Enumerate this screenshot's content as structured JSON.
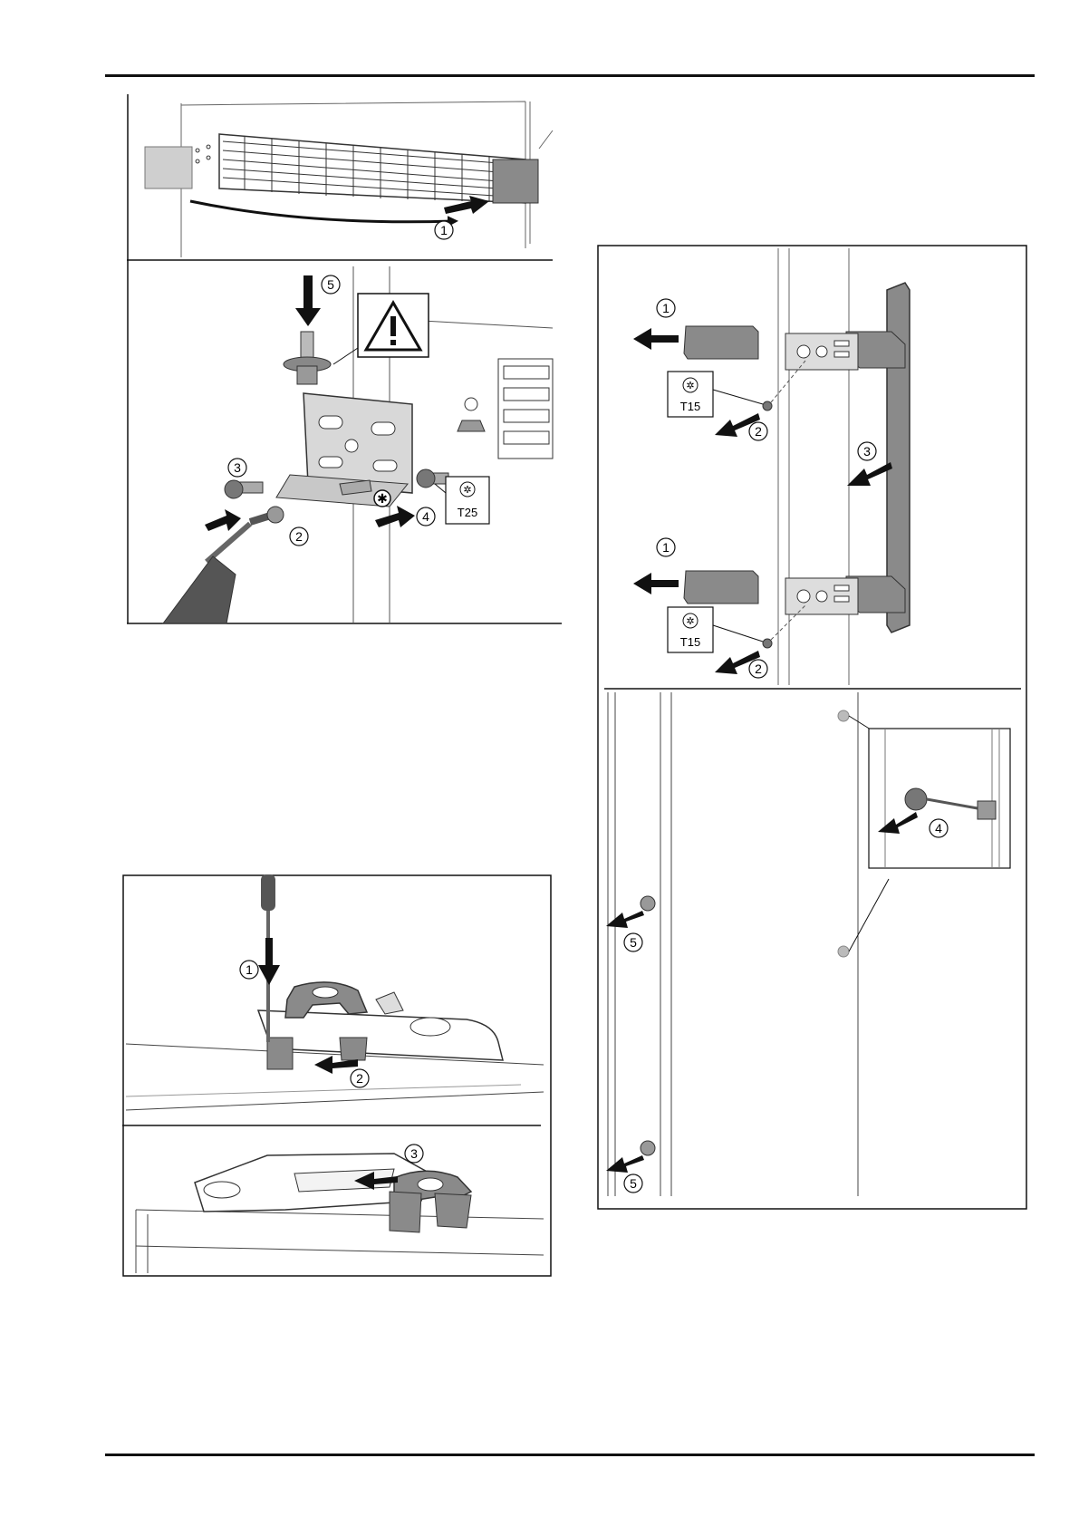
{
  "figures": {
    "plinth": {
      "steps": [
        "1"
      ]
    },
    "hinge": {
      "steps": [
        "2",
        "3",
        "4",
        "5"
      ],
      "tool": "T25"
    },
    "clip": {
      "steps": [
        "1",
        "2",
        "3"
      ]
    },
    "handle": {
      "steps": [
        "1",
        "2",
        "3",
        "4",
        "5"
      ],
      "tool": "T15"
    }
  },
  "icons": [
    "warning-triangle-icon",
    "torx-icon",
    "arrow-icon",
    "screwdriver-icon"
  ],
  "colors": {
    "line": "#111111",
    "part_gray": "#8a8a8a",
    "light_gray": "#cfcfcf"
  }
}
